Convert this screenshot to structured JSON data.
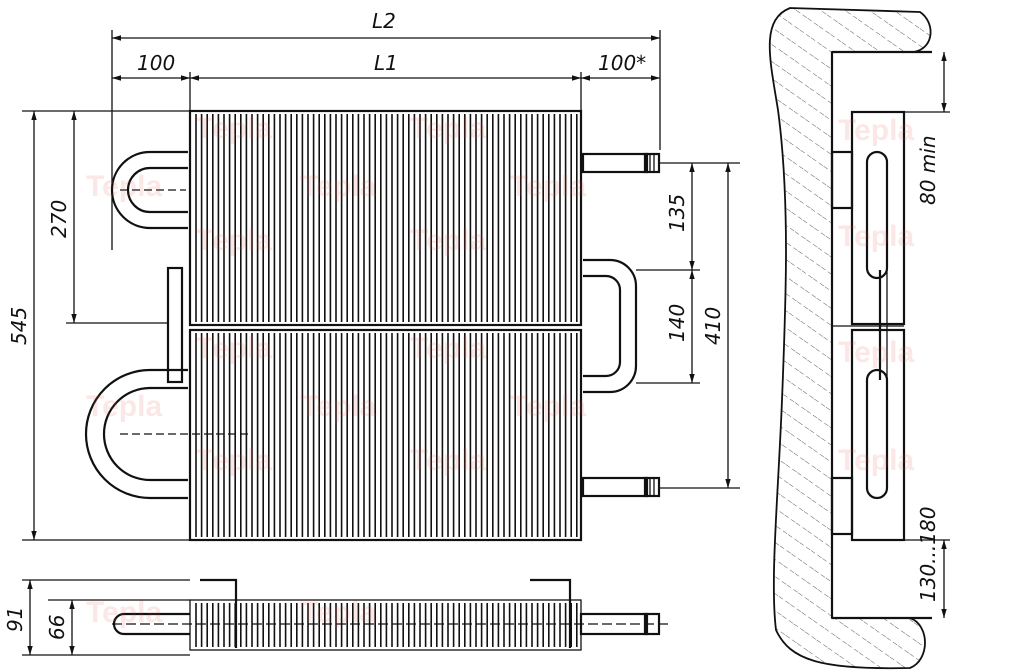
{
  "dimensions": {
    "l2": "L2",
    "l1": "L1",
    "left_offset": "100",
    "right_offset": "100*",
    "height_total": "545",
    "height_upper": "270",
    "pipe_spacing_upper": "135",
    "pipe_spacing_mid": "140",
    "pipe_spacing_total": "410",
    "depth_total": "91",
    "depth_core": "66",
    "wall_gap_top": "80 min",
    "wall_gap_bottom": "130...180"
  },
  "watermark": "Tepla",
  "colors": {
    "line": "#111111",
    "watermark": "#e74c3c"
  }
}
